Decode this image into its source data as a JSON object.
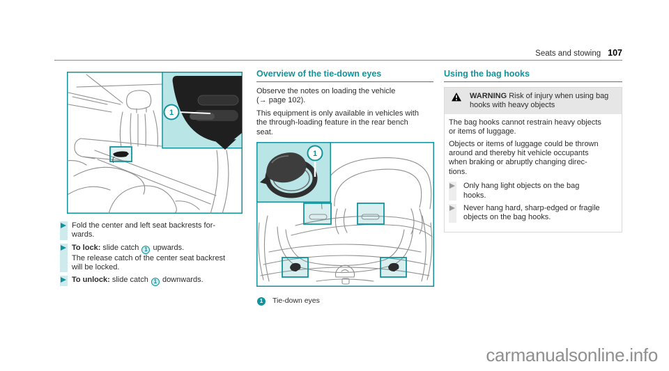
{
  "header": {
    "section_title": "Seats and stowing",
    "page_number": "107"
  },
  "colors": {
    "accent_teal": "#12939b",
    "inset_teal_bg": "#b9e5e7",
    "warning_band_gray": "#e6e6e6",
    "watermark_gray": "#8f8f8f"
  },
  "left": {
    "figure_callout": "1",
    "bullets": {
      "b1": {
        "l1": "Fold the center and left seat backrests for-",
        "l2": "wards."
      },
      "b2": {
        "bold": "To lock:",
        "mid": " slide catch ",
        "callout": "1",
        "after": " upwards.",
        "l2": "The release catch of the center seat backrest",
        "l3": "will be locked."
      },
      "b3": {
        "bold": "To unlock:",
        "mid": " slide catch ",
        "callout": "1",
        "after": " downwards."
      }
    }
  },
  "middle": {
    "heading": "Overview of the tie-down eyes",
    "p1_l1": "Observe the notes on loading the vehicle",
    "p1_l2": "(→ page 102).",
    "p2_l1": "This equipment is only available in vehicles with",
    "p2_l2": "the through-loading feature in the rear bench",
    "p2_l3": "seat.",
    "figure_callout": "1",
    "caption": {
      "num": "1",
      "label": "Tie-down eyes"
    }
  },
  "right": {
    "heading": "Using the bag hooks",
    "warning": {
      "label": "WARNING",
      "title_l1": " Risk of injury when using bag",
      "title_l2": "hooks with heavy objects",
      "p1_l1": "The bag hooks cannot restrain heavy objects",
      "p1_l2": "or items of luggage.",
      "p2_l1": "Objects or items of luggage could be thrown",
      "p2_l2": "around and thereby hit vehicle occupants",
      "p2_l3": "when braking or abruptly changing direc-",
      "p2_l4": "tions.",
      "b1_l1": "Only hang light objects on the bag",
      "b1_l2": "hooks.",
      "b2_l1": "Never hang hard, sharp-edged or fragile",
      "b2_l2": "objects on the bag hooks."
    }
  },
  "watermark": "carmanualsonline.info"
}
